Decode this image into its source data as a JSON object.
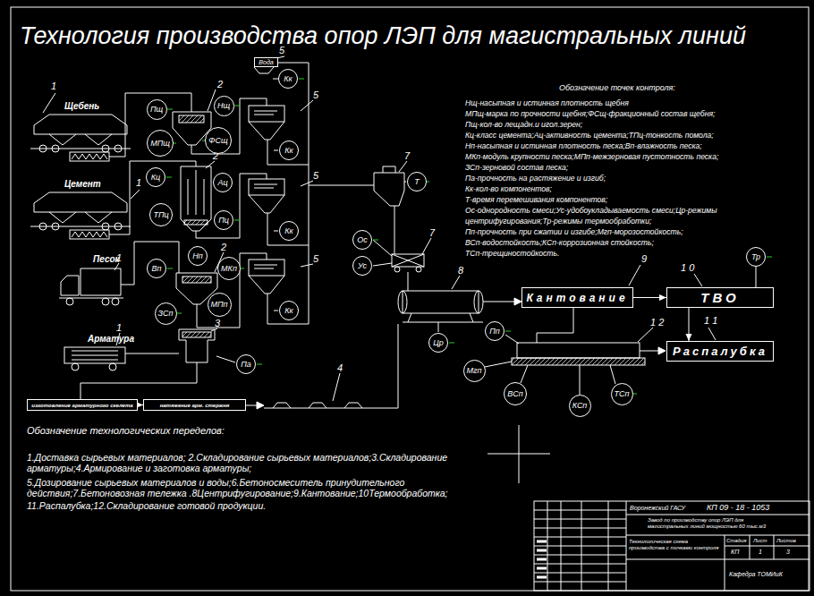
{
  "diagram": {
    "title": "Технология производства опор ЛЭП для магистральных линий",
    "nodes": [
      {
        "text": [
          "Вода"
        ]
      },
      {
        "text": [
          "Пщ"
        ]
      },
      {
        "text": [
          "Нщ"
        ]
      },
      {
        "text": [
          "МПщ"
        ]
      },
      {
        "text": [
          "ФСщ"
        ]
      },
      {
        "text": [
          "Кк"
        ]
      },
      {
        "text": [
          "Кк"
        ]
      },
      {
        "text": [
          "Кц"
        ]
      },
      {
        "text": [
          "Ац"
        ]
      },
      {
        "text": [
          "ТПц"
        ]
      },
      {
        "text": [
          "Пц"
        ]
      },
      {
        "text": [
          "Кк"
        ]
      },
      {
        "text": [
          "Т"
        ]
      },
      {
        "text": [
          "Нп"
        ]
      },
      {
        "text": [
          "Вп"
        ]
      },
      {
        "text": [
          "МКп"
        ]
      },
      {
        "text": [
          "Ос"
        ]
      },
      {
        "text": [
          "Ус"
        ]
      },
      {
        "text": [
          "ЗСп"
        ]
      },
      {
        "text": [
          "МПп"
        ]
      },
      {
        "text": [
          "Кк"
        ]
      },
      {
        "text": [
          "Кантование"
        ]
      },
      {
        "text": [
          "ТВО"
        ]
      },
      {
        "text": [
          "Тр"
        ]
      },
      {
        "text": [
          "Цр"
        ]
      },
      {
        "text": [
          "Пп"
        ]
      },
      {
        "text": [
          "Распалубка"
        ]
      },
      {
        "text": [
          "Па"
        ]
      },
      {
        "text": [
          "Мгп"
        ]
      },
      {
        "text": [
          "ВСп"
        ]
      },
      {
        "text": [
          "КСп"
        ]
      },
      {
        "text": [
          "ТСп"
        ]
      },
      {
        "text": [
          "изготовление арматурного скелета"
        ]
      },
      {
        "text": [
          "натяжение арм. стержня"
        ]
      }
    ],
    "edges": [
      {
        "from": 21,
        "to": 22,
        "arrow": "to"
      },
      {
        "from": 22,
        "to": 26,
        "arrow": "to"
      },
      {
        "from": 23,
        "to": 22,
        "arrow": "none"
      },
      {
        "from": 32,
        "to": 33,
        "arrow": "to"
      }
    ],
    "labels": [
      "1",
      "Щебень",
      "2",
      "5",
      "5",
      "Цемент",
      "1",
      "2",
      "5",
      "7",
      "7",
      "Песок",
      "1",
      "2",
      "5",
      "Арматура",
      "1",
      "3",
      "4",
      "8",
      "9",
      "1 0",
      "1 1",
      "1 2",
      "Обозначение точек контроля:",
      "Нщ-насыпная и истинная плотность щебня",
      "МПщ-марка по прочности щебня;ФСщ-фракционный состав щебня;",
      "Пщ-кол-во лещадн.и игол.зерен;",
      "Кц-класс цемента;Ац-активность цемента;ТПц-тонкость помола;",
      "Нп-насыпная и истинная плотность песка;Вп-влажность песка;",
      "МКп-модуль крупности песка;МПп-межзерновая пустотность песка;",
      "ЗСп-зерновой состав песка;",
      "Па-прочность на растяжение и изгиб;",
      "Кк-кол-во компонентов;",
      "Т-время перемешивания компонентов;",
      "Ос-однородность смеси;Ус-удобоукладываемость смеси;Цр-режимы",
      "центрифугирования;Тр-режимы термообработки;",
      "Пп-прочность при сжатии и изгибе;Мгп-морозостойкость;",
      "ВСп-водостойкость;КСп-коррозионная стойкость;",
      "ТСп-трещиностойкость.",
      "Обозначение технологических переделов:",
      "1.Доставка сырьевых материалов; 2.Складирование сырьевых материалов;3.Складирование",
      "арматуры;4.Армирование и заготовка арматуры;",
      "5.Дозирование сырьевых материалов и воды;6.Бетоносмеситель принудительного",
      "действия;7.Бетоновозная тележка .8Центрифугирование;9.Кантование;10Термообработка;",
      "11.Распалубка;12.Складирование готовой продукции.",
      "Воронежский ГАСУ",
      "КП 09 - 18 - 1053",
      "Завод по производству опор ЛЭП для магистральных линий мощностью 60 тыс.м3",
      "Технологическая схема производства с точками контроля",
      "Стадия",
      "Лист",
      "Листов",
      "КП",
      "1",
      "3",
      "Кафедра ТОМИиК"
    ]
  }
}
